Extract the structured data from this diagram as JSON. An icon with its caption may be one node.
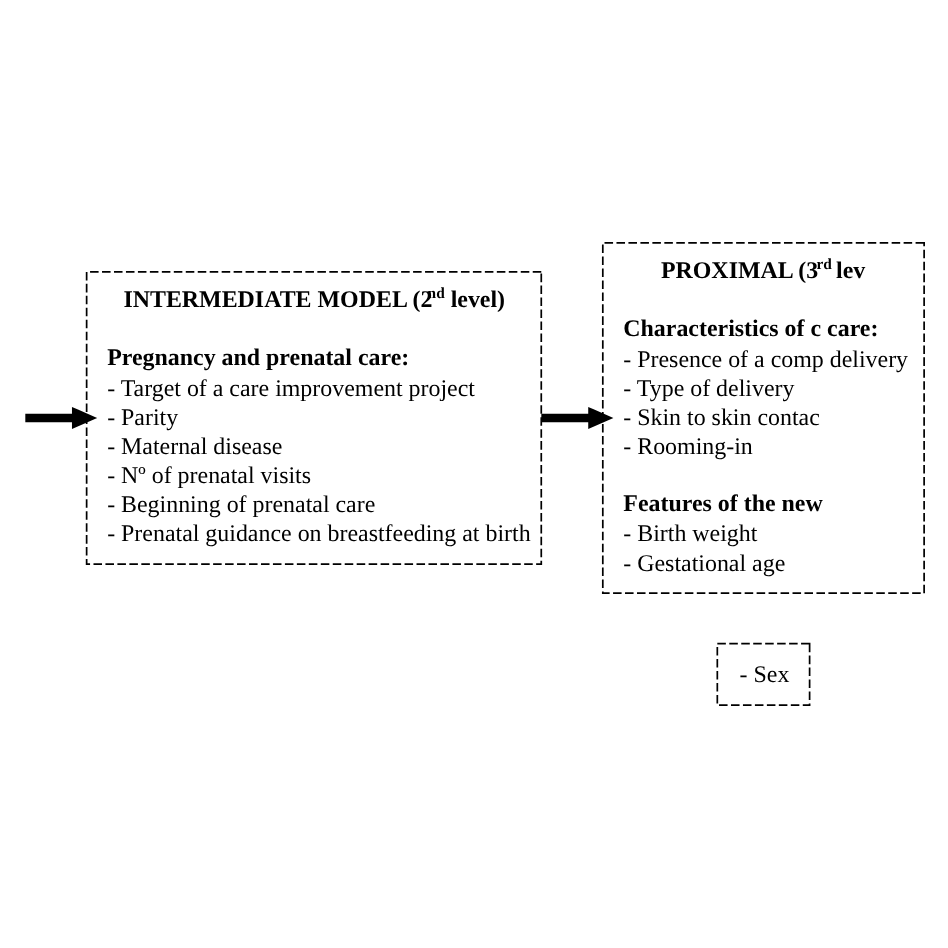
{
  "diagram": {
    "nodes": [
      {
        "text": [
          "INTERMEDIATE MODEL (2$^{nd}$ level)",
          "Pregnancy and prenatal care:",
          "- Target of a care improvement project",
          "- Parity",
          "- Maternal disease",
          "- Nº of prenatal visits",
          "- Beginning of prenatal care",
          "- Prenatal guidance on breastfeeding at birth"
        ]
      },
      {
        "text": [
          "PROXIMAL (3$^{rd}$ lev",
          "Characteristics of c care:",
          "- Presence of a comp delivery",
          "- Type of delivery",
          "- Skin to skin contac",
          "- Rooming-in",
          "Features of the new",
          "- Birth weight",
          "- Gestational age"
        ]
      },
      {
        "text": [
          "- Sex"
        ]
      }
    ],
    "edges": [
      {
        "from": null,
        "to": 0,
        "arrow": "to"
      },
      {
        "from": 0,
        "to": 1,
        "arrow": "to"
      }
    ]
  }
}
